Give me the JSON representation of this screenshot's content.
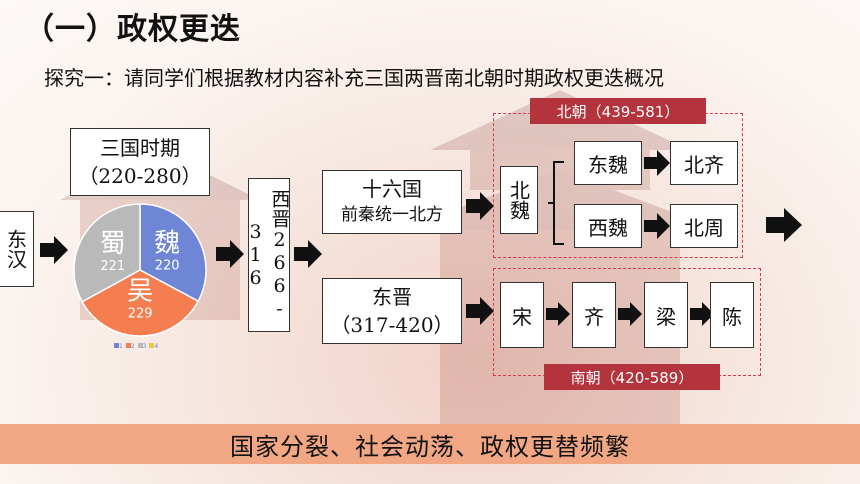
{
  "title": "（一）政权更迭",
  "subtitle": "探究一：请同学们根据教材内容补充三国两晋南北朝时期政权更迭概况",
  "donghan": "东汉",
  "sanguo": {
    "name": "三国时期",
    "years": "（220-280）"
  },
  "chart_data": {
    "type": "pie",
    "categories": [
      "蜀",
      "魏",
      "吴"
    ],
    "values": [
      221,
      220,
      229
    ],
    "colors": [
      "#b9b9b9",
      "#6f86d6",
      "#f47e4f"
    ],
    "legend": [
      "1",
      "2",
      "3",
      "4"
    ],
    "legend_colors": [
      "#6f86d6",
      "#f47e4f",
      "#b9b9b9",
      "#f5c542"
    ]
  },
  "xijin": "西晋266-316",
  "shiliuguo": {
    "line1": "十六国",
    "line2": "前秦统一北方"
  },
  "dongjin": {
    "name": "东晋",
    "years": "（317-420）"
  },
  "beiwei": "北魏",
  "dongwei": "东魏",
  "beiqi": "北齐",
  "xiwei": "西魏",
  "beizhou": "北周",
  "beichao_tag": "北朝（439-581）",
  "nanchao": [
    "宋",
    "齐",
    "梁",
    "陈"
  ],
  "nanchao_tag": "南朝（420-589）",
  "banner": "国家分裂、社会动荡、政权更替频繁",
  "colors": {
    "tag": "#b4343d",
    "dash": "#d9394a",
    "banner": "#f1a784"
  }
}
